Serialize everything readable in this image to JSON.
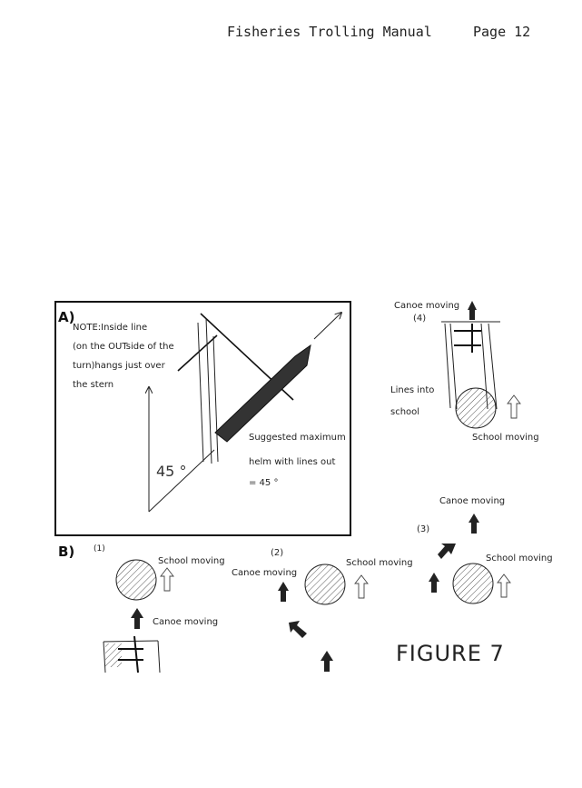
{
  "header": {
    "title": "Fisheries Trolling Manual",
    "page": "Page  12"
  },
  "panel_a": {
    "label": "A)",
    "note_lines": [
      "NOTE:Inside line",
      "(on the OUTside of the",
      "turn)hangs just over",
      "the stern"
    ],
    "angle": "45 °",
    "helm_lines": [
      "Suggested maximum",
      "helm with lines out",
      "= 45 °"
    ]
  },
  "panel_a_right": {
    "canoe_moving": "Canoe moving",
    "step": "(4)",
    "lines_into_school": [
      "Lines into",
      "school"
    ],
    "school_moving": "School moving"
  },
  "panel_b": {
    "label": "B)",
    "step1": {
      "number": "(1)",
      "school_moving": "School moving",
      "canoe_moving": "Canoe moving"
    },
    "step2": {
      "number": "(2)",
      "school_moving": "School moving",
      "canoe_moving": "Canoe moving"
    },
    "step3": {
      "number": "(3)",
      "school_moving": "School moving",
      "canoe_moving": "Canoe moving"
    }
  },
  "figure_label": "FIGURE 7",
  "colors": {
    "ink": "#1a1a1a",
    "canoe": "#333333"
  }
}
